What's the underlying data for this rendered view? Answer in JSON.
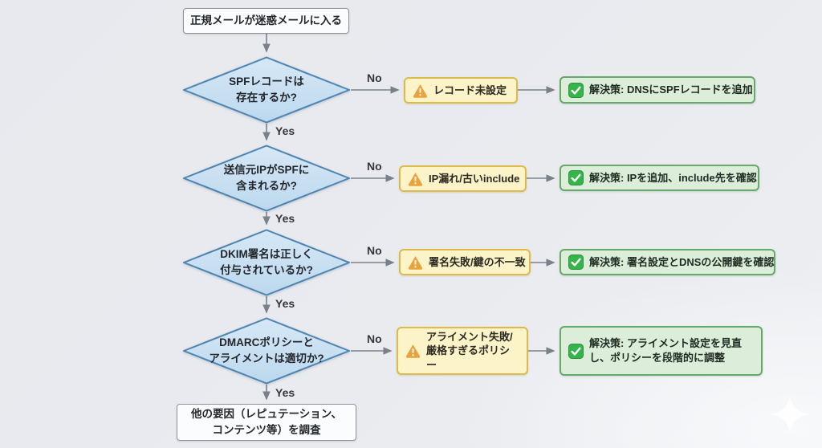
{
  "flow": {
    "start": "正規メールが迷惑メールに入る",
    "end_lines": [
      "他の要因（レピュテーション、",
      "コンテンツ等）を調査"
    ],
    "yes": "Yes",
    "no": "No",
    "rows": [
      {
        "q1": "SPFレコードは",
        "q2": "存在するか?",
        "warning": "レコード未設定",
        "solution": "解決策: DNSにSPFレコードを追加"
      },
      {
        "q1": "送信元IPがSPFに",
        "q2": "含まれるか?",
        "warning": "IP漏れ/古いinclude",
        "solution": "解決策: IPを追加、include先を確認"
      },
      {
        "q1": "DKIM署名は正しく",
        "q2": "付与されているか?",
        "warning": "署名失敗/鍵の不一致",
        "solution": "解決策: 署名設定とDNSの公開鍵を確認"
      },
      {
        "q1": "DMARCポリシーと",
        "q2": "アライメントは適切か?",
        "warning": "アライメント失敗/厳格すぎるポリシー",
        "solution": "解決策: アライメント設定を見直し、ポリシーを段階的に調整"
      }
    ],
    "icons": {
      "warning": "warning-triangle-icon",
      "solution": "check-square-icon",
      "watermark": "sparkle-icon"
    },
    "colors": {
      "background": "#e9ebef",
      "diamond_fill": "#cde2f3",
      "diamond_border": "#4d85b0",
      "warning_fill": "#fcf3c8",
      "warning_border": "#dcba4c",
      "warning_icon": "#e8a33d",
      "solution_fill": "#dcedda",
      "solution_border": "#67a86b",
      "solution_icon": "#35b44a",
      "arrow": "#7b818a"
    }
  }
}
